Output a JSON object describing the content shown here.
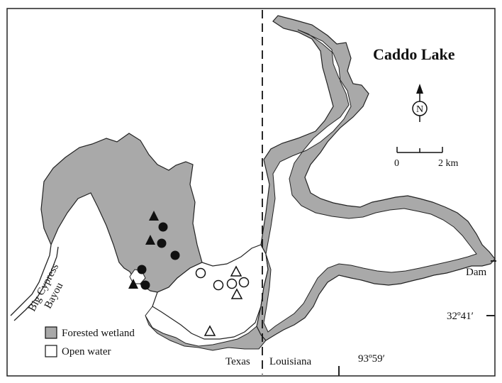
{
  "title": "Caddo Lake",
  "compass": {
    "letter": "N"
  },
  "scale_bar": {
    "start_label": "0",
    "end_label": "2 km"
  },
  "river_label_line1": "Big Cypress",
  "river_label_line2": "Bayou",
  "dam_label": "Dam",
  "state_labels": {
    "west": "Texas",
    "east": "Louisiana"
  },
  "coordinates": {
    "latitude": "32º41′",
    "longitude": "93º59′"
  },
  "legend": [
    {
      "label": "Forested wetland",
      "fill": "#a9a9a9"
    },
    {
      "label": "Open water",
      "fill": "#ffffff"
    }
  ],
  "colors": {
    "wetland": "#a9a9a9",
    "outline": "#222222"
  }
}
